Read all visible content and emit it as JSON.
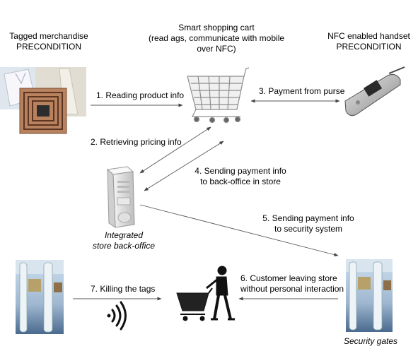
{
  "nodes": {
    "merchandise": {
      "title": "Tagged merchandise",
      "subtitle": "PRECONDITION"
    },
    "cart": {
      "title": "Smart shopping cart",
      "line2": "(read ags, communicate with mobile",
      "line3": "over NFC)"
    },
    "handset": {
      "title": "NFC enabled handset",
      "subtitle": "PRECONDITION"
    },
    "backoffice": {
      "line1": "Integrated",
      "line2": "store back-office"
    },
    "gates": {
      "label": "Security gates"
    }
  },
  "steps": {
    "s1": "1. Reading product info",
    "s2": "2. Retrieving pricing info",
    "s3": "3. Payment from purse",
    "s4a": "4. Sending payment info",
    "s4b": "to back-office in store",
    "s5a": "5. Sending payment info",
    "s5b": "to security system",
    "s6a": "6. Customer leaving store",
    "s6b": "without personal interaction",
    "s7": "7. Killing the tags"
  },
  "icons": [
    "tagged-merchandise-image",
    "shopping-cart-icon",
    "nfc-phone-icon",
    "server-tower-icon",
    "security-gate-image",
    "shopper-with-cart-icon",
    "nfc-wave-icon"
  ]
}
